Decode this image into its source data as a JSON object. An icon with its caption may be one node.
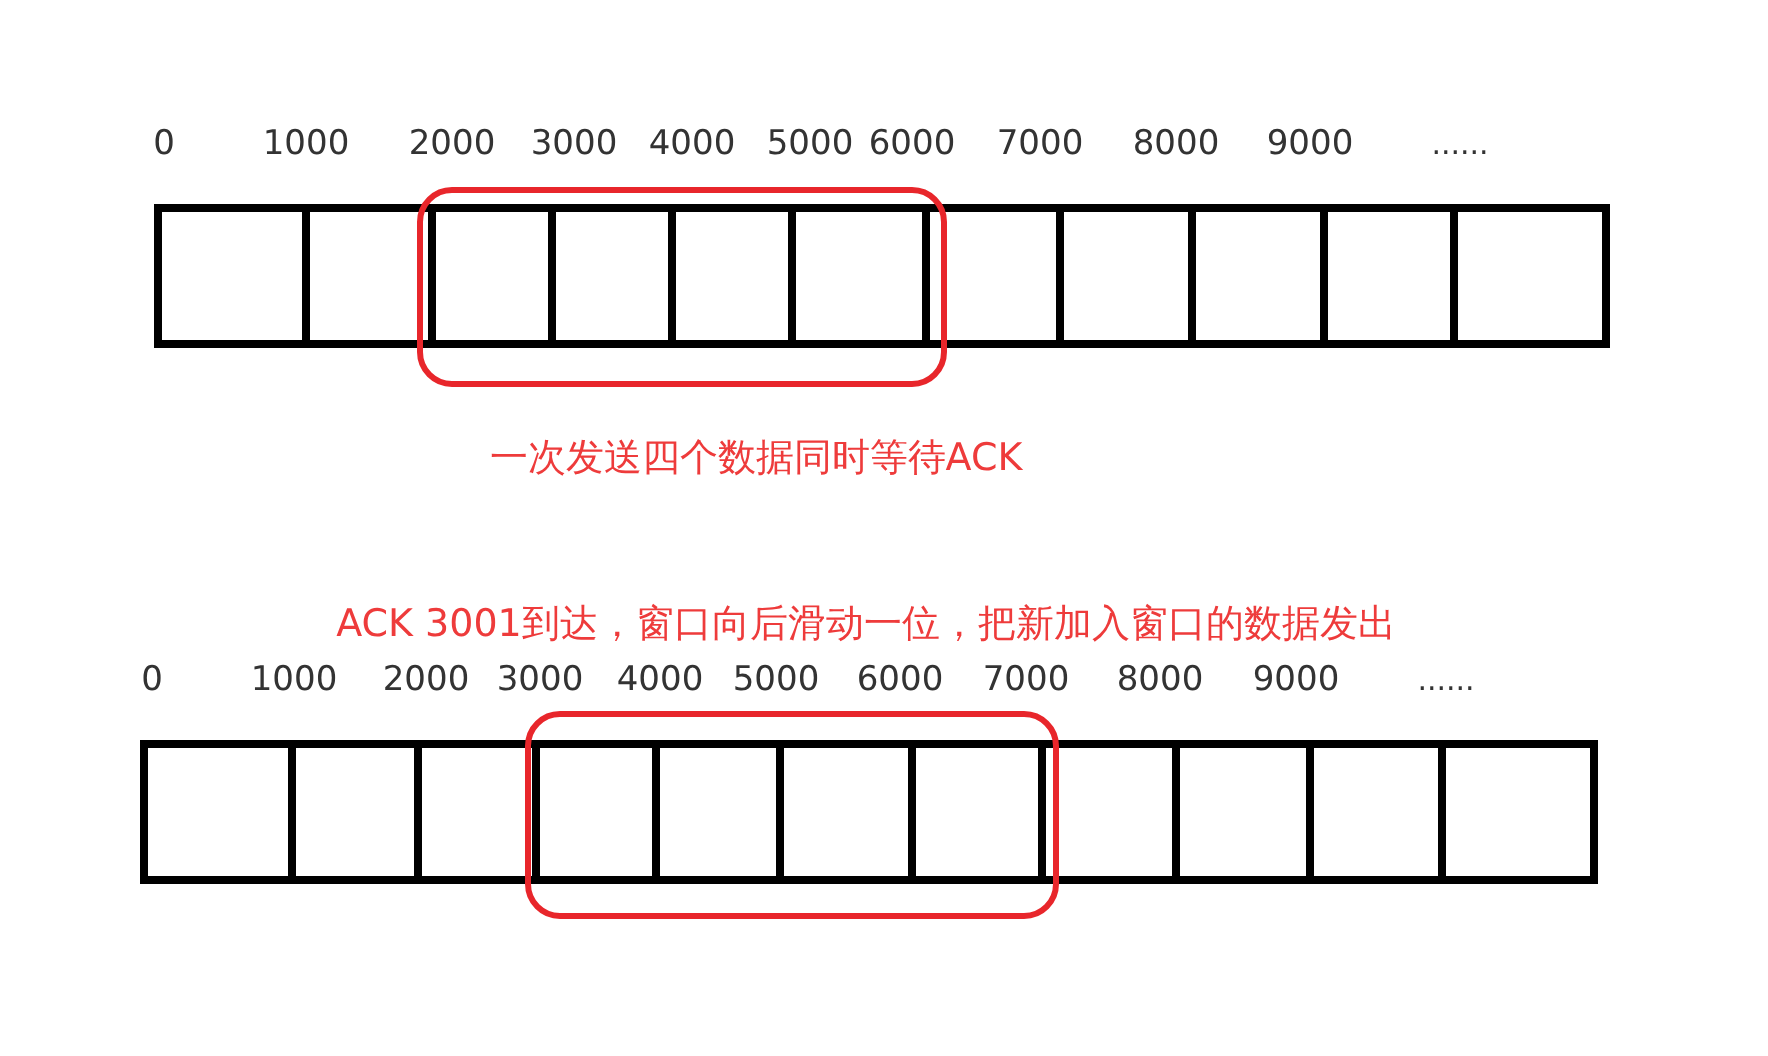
{
  "diagram": {
    "nodes": [
      {
        "text": [],
        "shape": "box"
      },
      {
        "text": [],
        "shape": "box"
      }
    ],
    "labels": [
      "0",
      "1000",
      "2000",
      "3000",
      "4000",
      "5000",
      "6000",
      "7000",
      "8000",
      "9000",
      "......",
      "一次发送四个数据同时等待ACK",
      "ACK 3001到达，窗口向后滑动一位，把新加入窗口的数据发出",
      "0",
      "1000",
      "2000",
      "3000",
      "4000",
      "5000",
      "6000",
      "7000",
      "8000",
      "9000",
      "......"
    ]
  }
}
